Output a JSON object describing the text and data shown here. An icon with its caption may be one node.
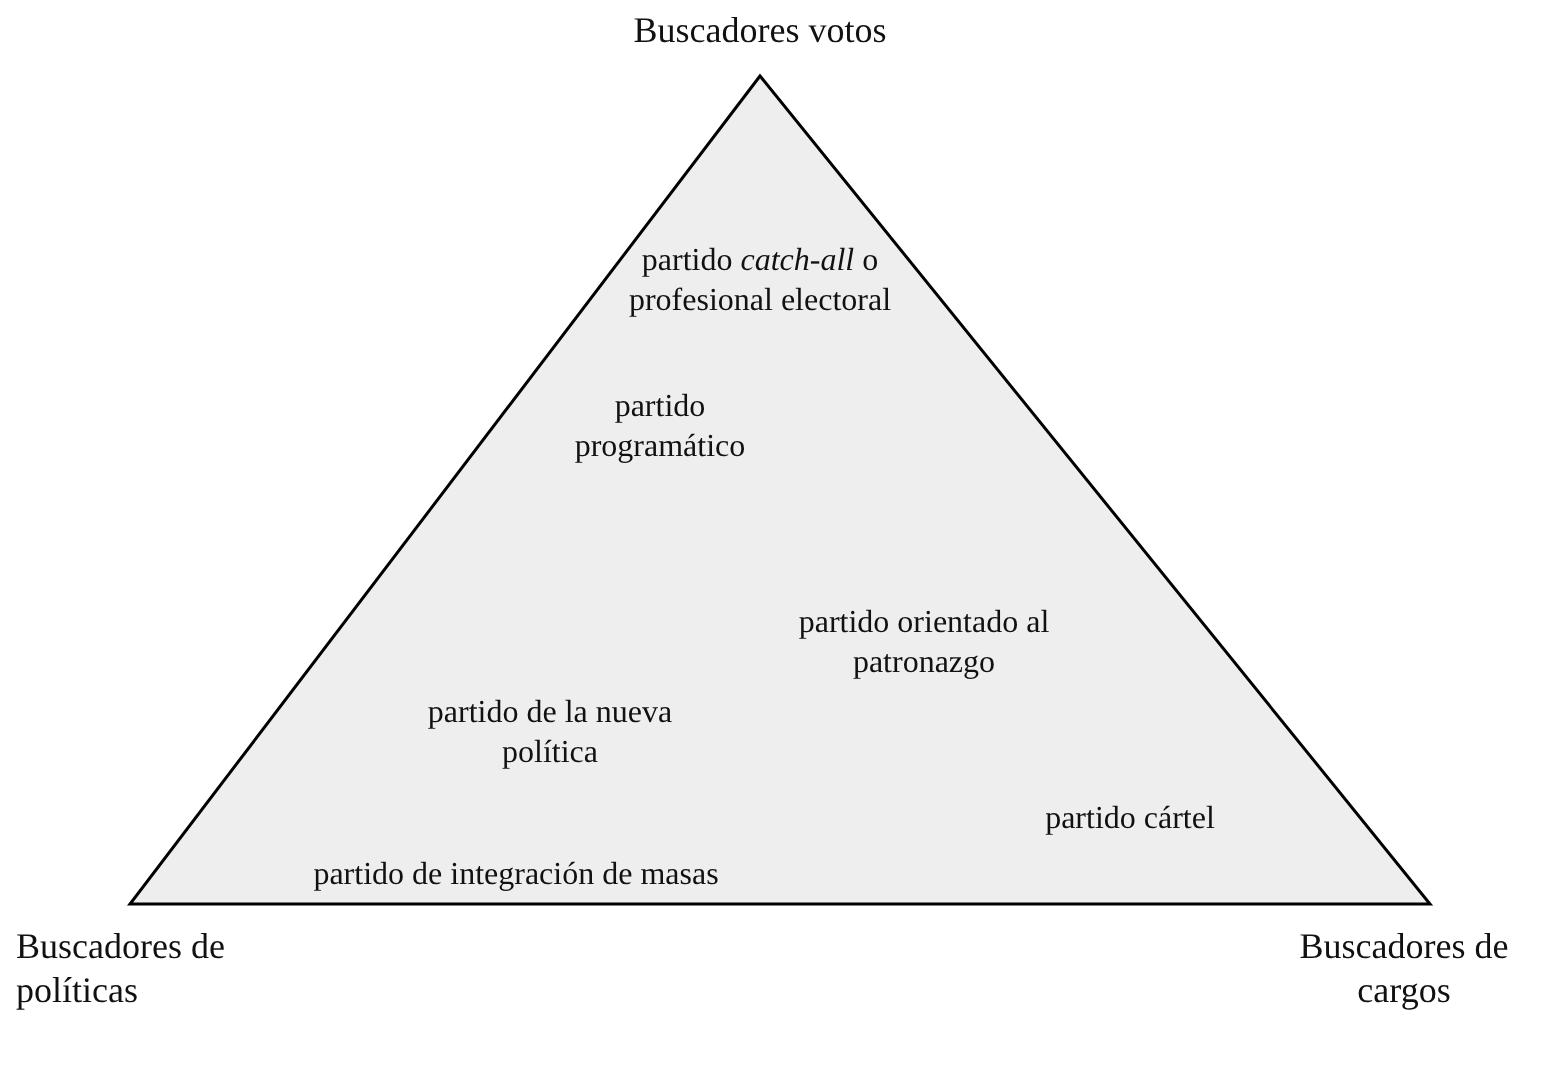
{
  "diagram": {
    "nodes": [
      {
        "text": [
          "partido *catch-all* o profesional electoral",
          "partido programático",
          "partido orientado al patronazgo",
          "partido de la nueva política",
          "partido cártel",
          "partido de integración de masas"
        ]
      }
    ],
    "labels": [
      "Buscadores votos",
      "Buscadores de políticas",
      "Buscadores de cargos"
    ]
  }
}
